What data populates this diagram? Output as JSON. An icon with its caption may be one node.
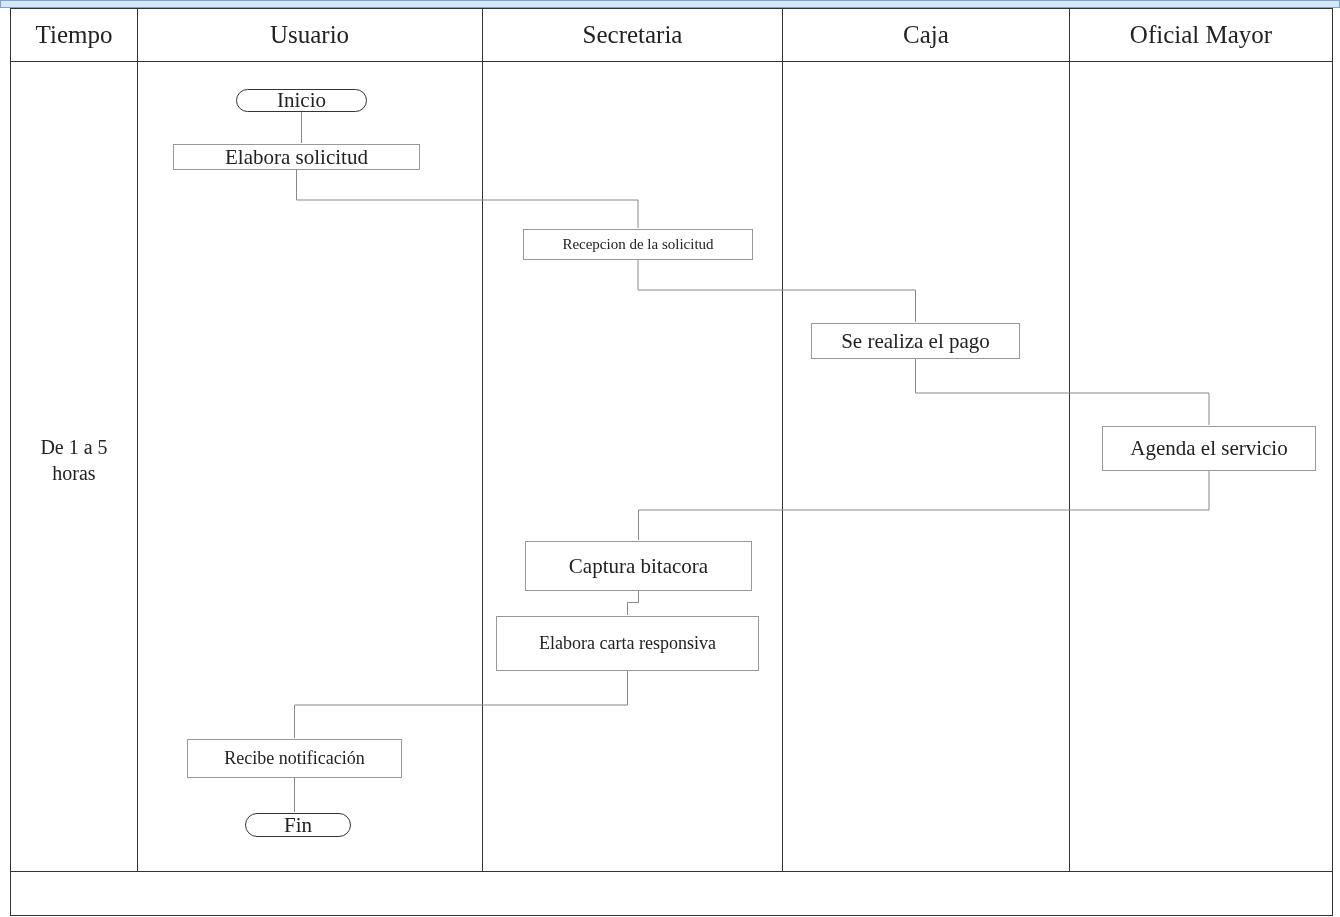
{
  "diagram": {
    "nodes": [
      {
        "text": [
          "Usuario"
        ]
      },
      {
        "text": [
          "Inicio"
        ],
        "in": 0
      },
      {
        "text": [
          "Elabora solicitud"
        ],
        "in": 0
      },
      {
        "text": [
          "Recibe notificación"
        ],
        "in": 0
      },
      {
        "text": [
          "Fin"
        ],
        "in": 0
      },
      {
        "text": [
          "Secretaria"
        ]
      },
      {
        "text": [
          "Recepcion de la solicitud"
        ],
        "in": 5
      },
      {
        "text": [
          "Captura bitacora"
        ],
        "in": 5
      },
      {
        "text": [
          "Elabora carta responsiva"
        ],
        "in": 5
      },
      {
        "text": [
          "Caja"
        ]
      },
      {
        "text": [
          "Se realiza el pago"
        ],
        "in": 9
      },
      {
        "text": [
          "Oficial Mayor"
        ]
      },
      {
        "text": [
          "Agenda el servicio"
        ],
        "in": 11
      }
    ],
    "edges": [
      {
        "from": 1,
        "to": 2,
        "arrow": "none"
      },
      {
        "from": 2,
        "to": 6,
        "arrow": "none"
      },
      {
        "from": 6,
        "to": 10,
        "arrow": "none"
      },
      {
        "from": 10,
        "to": 12,
        "arrow": "none"
      },
      {
        "from": 12,
        "to": 7,
        "arrow": "none"
      },
      {
        "from": 7,
        "to": 8,
        "arrow": "none"
      },
      {
        "from": 8,
        "to": 3,
        "arrow": "none"
      },
      {
        "from": 3,
        "to": 4,
        "arrow": "none"
      }
    ],
    "labels": [
      "Tiempo",
      "De 1 a 5 horas"
    ]
  }
}
